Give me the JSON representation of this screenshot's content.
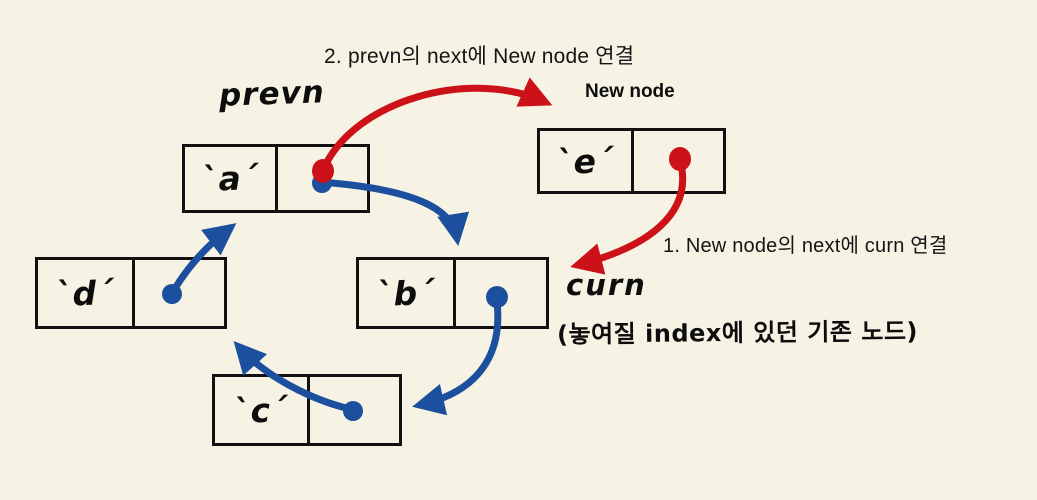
{
  "diagram": {
    "kind": "singly-linked-list insertion diagram (hand-drawn)",
    "background": "#f6f3e4"
  },
  "colors": {
    "background": "#f6f3e4",
    "ink": "#111111",
    "red": "#cc1118",
    "blue": "#1d4f9f"
  },
  "annotations": {
    "step2": "2. prevn의 next에 New node 연결",
    "step1": "1. New node의 next에 curn 연결",
    "prevn_label": "prevn",
    "new_node_label": "New node",
    "curn_label": "curn",
    "curn_note": "(놓여질 index에 있던 기존 노드)"
  },
  "nodes": [
    {
      "id": "a",
      "value": "`a´",
      "role": "prevn"
    },
    {
      "id": "e",
      "value": "`e´",
      "role": "New node"
    },
    {
      "id": "d",
      "value": "`d´",
      "role": ""
    },
    {
      "id": "b",
      "value": "`b´",
      "role": "curn"
    },
    {
      "id": "c",
      "value": "`c´",
      "role": ""
    }
  ],
  "links": {
    "existing_blue": [
      "d → a",
      "a → b",
      "b → c",
      "c → d"
    ],
    "new_red": [
      "prevn(a).next → New node(e)",
      "New node(e).next → curn(b)"
    ]
  }
}
